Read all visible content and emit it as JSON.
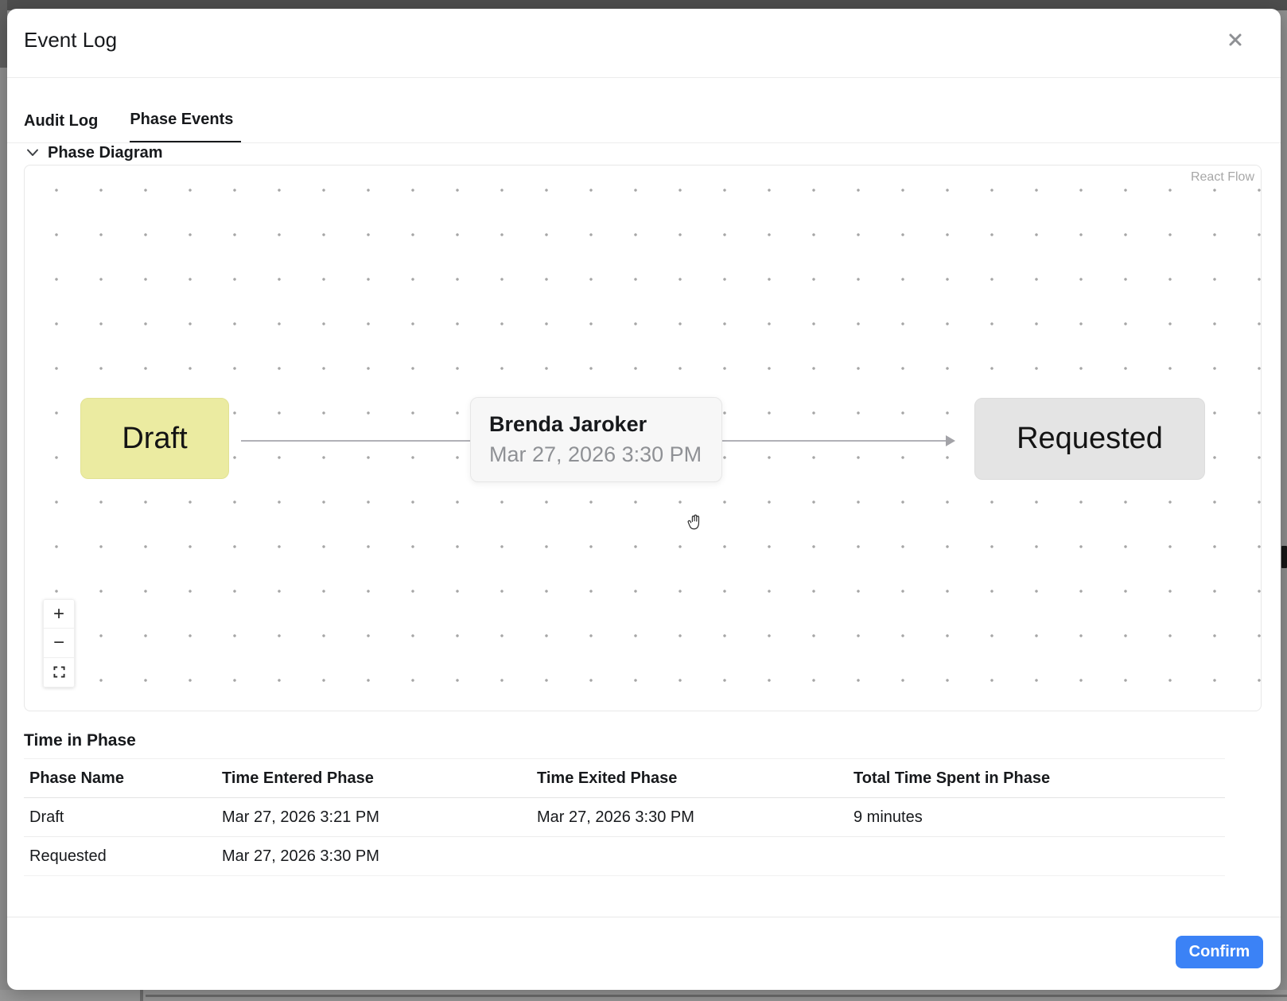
{
  "modal": {
    "title": "Event Log",
    "tabs": [
      {
        "label": "Audit Log",
        "active": false
      },
      {
        "label": "Phase Events",
        "active": true
      }
    ],
    "phase_diagram": {
      "toggle_label": "Phase Diagram",
      "attribution": "React Flow",
      "nodes": [
        {
          "label": "Draft",
          "color": "#ebeba1"
        },
        {
          "label": "Requested",
          "color": "#e4e4e4"
        }
      ],
      "edge": {
        "label_name": "Brenda Jaroker",
        "label_time": "Mar 27, 2026 3:30 PM"
      },
      "controls": {
        "zoom_in": "+",
        "zoom_out": "−",
        "fit_view": "fit-view-icon"
      }
    },
    "time_in_phase": {
      "heading": "Time in Phase",
      "columns": [
        "Phase Name",
        "Time Entered Phase",
        "Time Exited Phase",
        "Total Time Spent in Phase"
      ],
      "rows": [
        {
          "phase": "Draft",
          "entered": "Mar 27, 2026 3:21 PM",
          "exited": "Mar 27, 2026 3:30 PM",
          "total": "9 minutes"
        },
        {
          "phase": "Requested",
          "entered": "Mar 27, 2026 3:30 PM",
          "exited": "",
          "total": ""
        }
      ]
    },
    "footer": {
      "confirm_label": "Confirm"
    },
    "icons": {
      "close": "x-icon",
      "collapse": "chevron-down-icon",
      "zoom_in": "plus-icon",
      "zoom_out": "minus-icon",
      "fit_view": "fit-view-icon",
      "pan": "hand-cursor-icon"
    },
    "colors": {
      "confirm_button": "#3b82f6",
      "active_tab_underline": "#17191c",
      "draft_node": "#ebeba1",
      "requested_node": "#e4e4e4",
      "backdrop": "#8e8e8e"
    }
  }
}
